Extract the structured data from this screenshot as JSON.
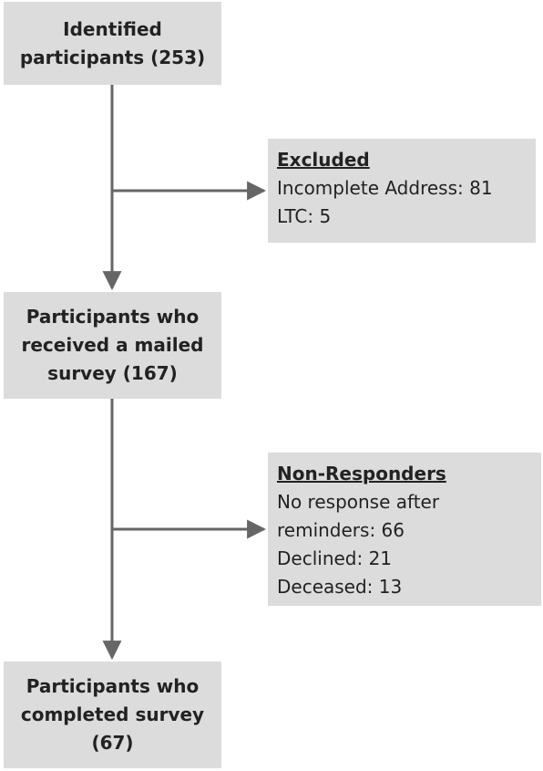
{
  "nodes": {
    "identified": {
      "lines": [
        "Identified",
        "participants (253)"
      ]
    },
    "received": {
      "lines": [
        "Participants who",
        "received a mailed",
        "survey (167)"
      ]
    },
    "completed": {
      "lines": [
        "Participants who",
        "completed survey",
        "(67)"
      ]
    },
    "excluded": {
      "title": "Excluded",
      "lines": [
        "Incomplete Address: 81",
        "LTC: 5"
      ]
    },
    "non_responders": {
      "title": "Non-Responders",
      "lines": [
        "No response after",
        "reminders: 66",
        "Declined: 21",
        "Deceased: 13"
      ]
    }
  },
  "colors": {
    "box_fill": "#dcdcdc",
    "arrow": "#666666",
    "text": "#222222"
  }
}
